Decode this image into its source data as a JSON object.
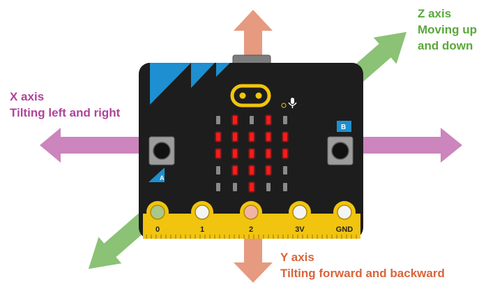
{
  "colors": {
    "x_axis": "#b0439a",
    "y_axis": "#d9643a",
    "z_axis": "#5aa83a",
    "board": "#1d1d1d",
    "accent": "#1e8fd0",
    "led_on": "#ff1a1a",
    "led_off": "#8a8a8a",
    "edge": "#f1c40f"
  },
  "labels": {
    "x_axis": {
      "title": "X axis",
      "description": "Tilting left and right"
    },
    "z_axis": {
      "title": "Z axis",
      "line2": "Moving up",
      "line3": "and down"
    },
    "y_axis": {
      "title": "Y axis",
      "description": "Tilting forward and backward"
    }
  },
  "board": {
    "button_a": "A",
    "button_b": "B",
    "pins": [
      "0",
      "1",
      "2",
      "3V",
      "GND"
    ],
    "led_grid": [
      [
        0,
        1,
        0,
        1,
        0
      ],
      [
        1,
        1,
        1,
        1,
        1
      ],
      [
        1,
        1,
        1,
        1,
        1
      ],
      [
        0,
        1,
        1,
        1,
        0
      ],
      [
        0,
        0,
        1,
        0,
        0
      ]
    ]
  }
}
